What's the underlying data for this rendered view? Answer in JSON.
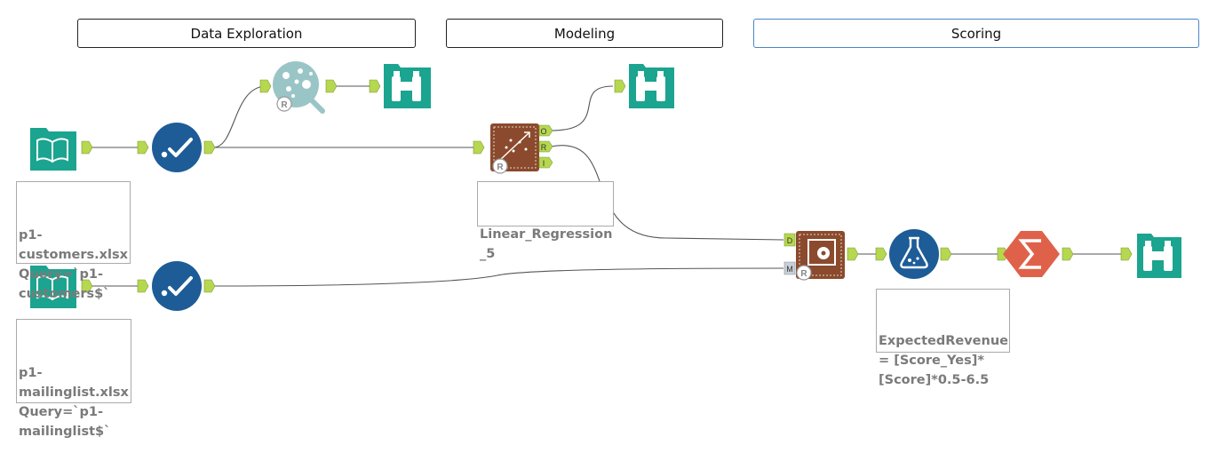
{
  "containers": [
    {
      "id": "data_exploration",
      "label": "Data Exploration"
    },
    {
      "id": "modeling",
      "label": "Modeling"
    },
    {
      "id": "scoring",
      "label": "Scoring"
    }
  ],
  "annotations": {
    "customers_input": {
      "lines": [
        "p1-",
        "customers.xlsx",
        "Query=`p1-",
        "customers$`"
      ]
    },
    "mailinglist_input": {
      "lines": [
        "p1-",
        "mailinglist.xlsx",
        "Query=`p1-",
        "mailinglist$`"
      ]
    },
    "linear_regression": {
      "lines": [
        "Linear_Regression",
        "_5"
      ]
    },
    "formula": {
      "lines": [
        "ExpectedRevenue",
        "= [Score_Yes]*",
        "[Score]*0.5-6.5"
      ]
    }
  },
  "anchors": {
    "regression_outputs": [
      "O",
      "R",
      "I"
    ],
    "score_inputs": [
      "D",
      "M"
    ]
  },
  "tools": [
    {
      "id": "input-customers",
      "icon": "input-data-book-icon"
    },
    {
      "id": "select-customers",
      "icon": "select-checkmark-icon"
    },
    {
      "id": "scatterplot",
      "icon": "r-scatterplot-icon"
    },
    {
      "id": "browse-1",
      "icon": "browse-binoculars-icon"
    },
    {
      "id": "linear-regression",
      "icon": "linear-regression-icon"
    },
    {
      "id": "browse-2",
      "icon": "browse-binoculars-icon"
    },
    {
      "id": "input-mailinglist",
      "icon": "input-data-book-icon"
    },
    {
      "id": "select-mailinglist",
      "icon": "select-checkmark-icon"
    },
    {
      "id": "score",
      "icon": "score-icon"
    },
    {
      "id": "formula",
      "icon": "formula-flask-icon"
    },
    {
      "id": "summarize",
      "icon": "summarize-sigma-icon"
    },
    {
      "id": "browse-3",
      "icon": "browse-binoculars-icon"
    }
  ],
  "colors": {
    "teal": "#1ba48f",
    "blue": "#1d5c97",
    "brown": "#8b4a2d",
    "orange": "#e0614a",
    "anchor": "#b6d750",
    "connector": "#555555",
    "annotation_text": "#7a7a7a",
    "selected_border": "#4a86c5"
  }
}
